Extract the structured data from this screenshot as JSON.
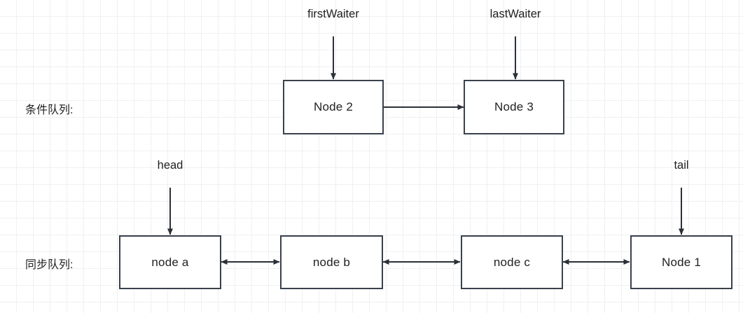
{
  "diagram": {
    "title_row_labels": {
      "condition_queue": "条件队列:",
      "sync_queue": "同步队列:"
    },
    "pointer_labels": [
      {
        "id": "firstWaiter",
        "text": "firstWaiter"
      },
      {
        "id": "lastWaiter",
        "text": "lastWaiter"
      },
      {
        "id": "head",
        "text": "head"
      },
      {
        "id": "tail",
        "text": "tail"
      }
    ],
    "condition_queue_nodes": [
      {
        "id": "node2",
        "label": "Node 2"
      },
      {
        "id": "node3",
        "label": "Node 3"
      }
    ],
    "sync_queue_nodes": [
      {
        "id": "nodea",
        "label": "node a"
      },
      {
        "id": "nodeb",
        "label": "node b"
      },
      {
        "id": "nodec",
        "label": "node c"
      },
      {
        "id": "node1",
        "label": "Node 1"
      }
    ],
    "colors": {
      "stroke": "#39414d",
      "arrow": "#2b3038",
      "text": "#1f1f1f",
      "grid_minor": "#f0f0f0",
      "grid_major": "#e6e6e6",
      "background": "#ffffff"
    }
  }
}
